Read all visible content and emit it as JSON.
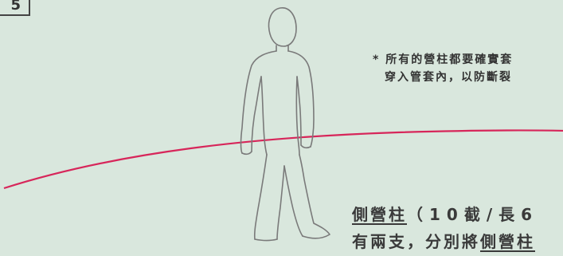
{
  "step": {
    "number": "5"
  },
  "note": {
    "line1": "* 所有的營柱都要確實套",
    "line2": "穿入管套內，以防斷裂"
  },
  "caption": {
    "title": "側營柱",
    "spec": "（10截/長6",
    "line2_prefix": "有兩支，分別將",
    "line2_underlined": "側營柱"
  },
  "colors": {
    "background": "#d9e7dd",
    "pole": "#d7265a",
    "outline": "#777777",
    "text": "#333333"
  },
  "icons": {
    "figure": "person-outline-icon",
    "pole": "tent-pole-icon"
  }
}
